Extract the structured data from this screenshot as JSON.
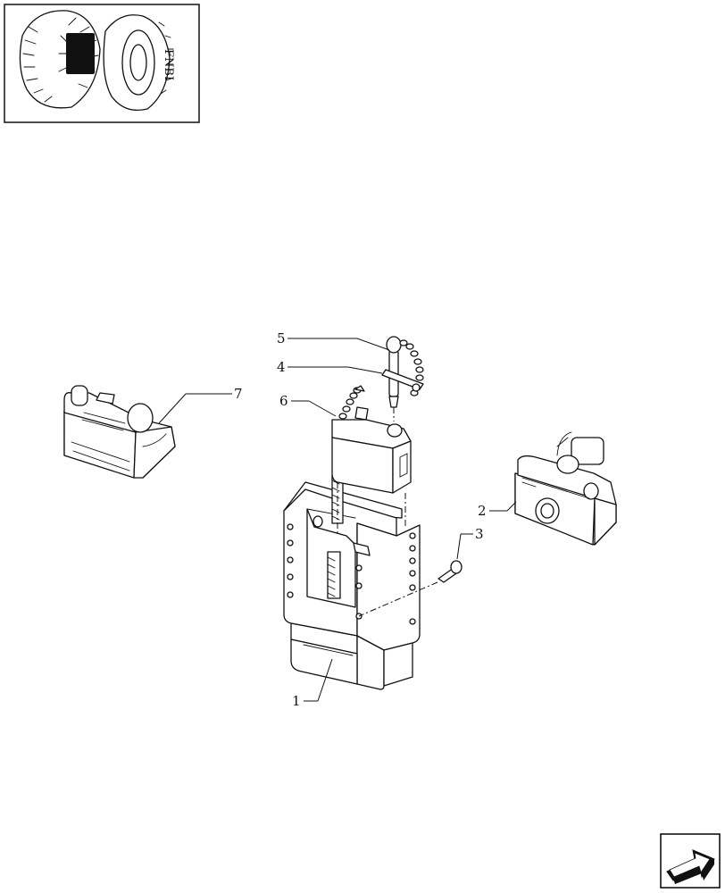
{
  "thumbnail": {
    "caption": "FNBI"
  },
  "callouts": [
    {
      "id": "callout-1",
      "text": "1"
    },
    {
      "id": "callout-2",
      "text": "2"
    },
    {
      "id": "callout-3",
      "text": "3"
    },
    {
      "id": "callout-4",
      "text": "4"
    },
    {
      "id": "callout-5",
      "text": "5"
    },
    {
      "id": "callout-6",
      "text": "6"
    },
    {
      "id": "callout-7",
      "text": "7"
    }
  ],
  "nav": {
    "icon": "next-page-arrow-icon"
  },
  "colors": {
    "line": "#111111",
    "background": "#ffffff",
    "thumb_fill": "#111111"
  }
}
